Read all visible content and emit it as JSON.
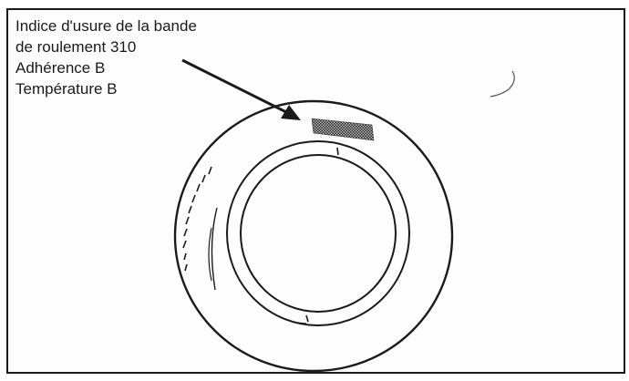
{
  "callout": {
    "lines": [
      "Indice d'usure de la bande",
      "de roulement 310",
      "Adhérence B",
      "Température B"
    ]
  },
  "icons": {
    "tire": "tire-sidewall-drawing",
    "arrow": "pointer-arrow",
    "marking": "uniform-tire-quality-grading-marking"
  },
  "colors": {
    "ink": "#1a1a1a",
    "paper": "#fdfdfd"
  }
}
